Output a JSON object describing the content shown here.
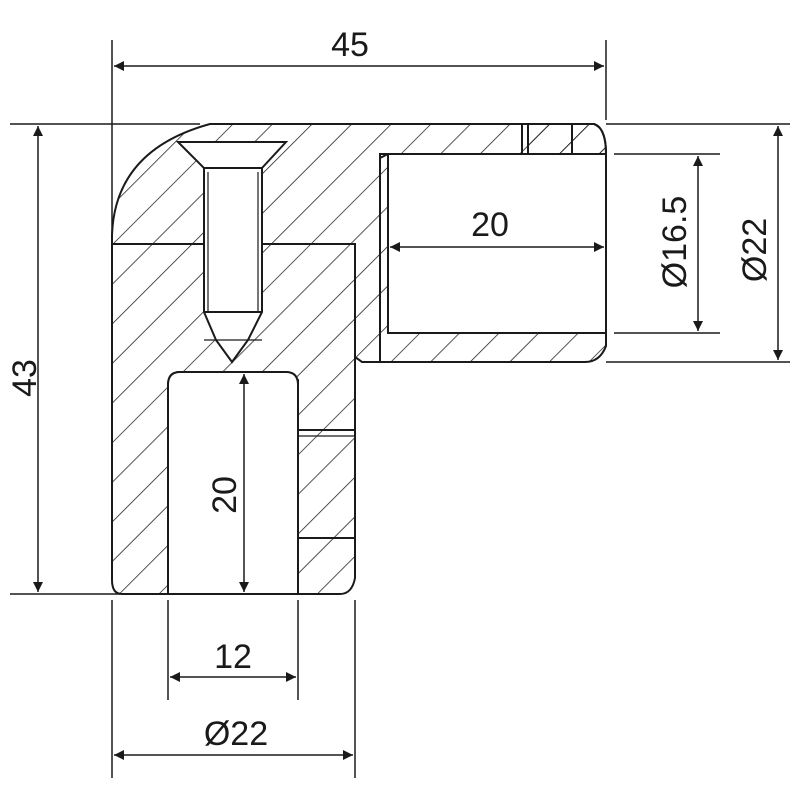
{
  "drawing": {
    "dims": {
      "overall_width": "45",
      "overall_height": "43",
      "socket_depth_horizontal": "20",
      "inner_diameter_horizontal": "Ø16.5",
      "outer_diameter_horizontal": "Ø22",
      "socket_depth_vertical": "20",
      "slot_width": "12",
      "outer_diameter_vertical": "Ø22"
    }
  }
}
